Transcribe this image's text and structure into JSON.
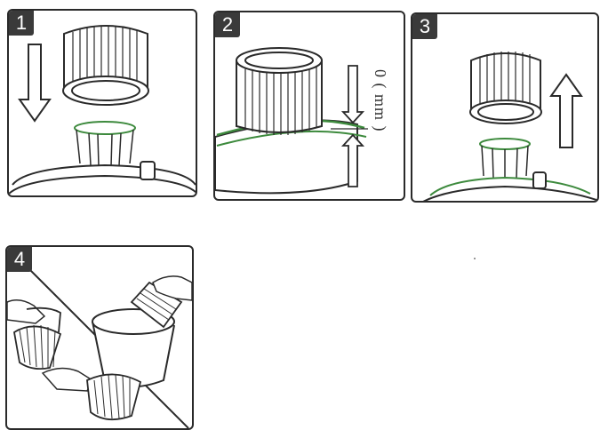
{
  "steps": [
    {
      "number": "1"
    },
    {
      "number": "2"
    },
    {
      "number": "3"
    },
    {
      "number": "4"
    }
  ],
  "step2": {
    "gap_label": "0 ( mm )"
  },
  "colors": {
    "outline": "#2a2a2a",
    "seal_green": "#3d8a3d",
    "badge_bg": "#3a3a3a"
  }
}
